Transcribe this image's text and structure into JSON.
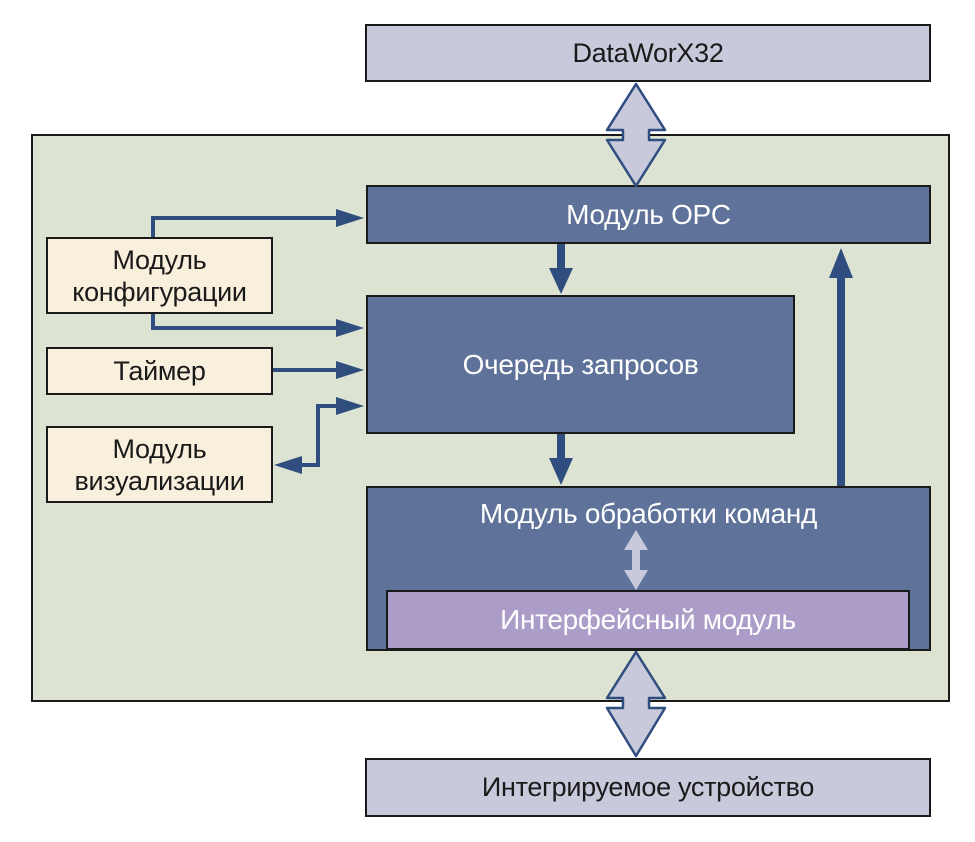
{
  "diagram": {
    "top_node": "DataWorX32",
    "bottom_node": "Интегрируемое устройство",
    "opc_module": "Модуль OPC",
    "request_queue": "Очередь запросов",
    "command_module": "Модуль обработки команд",
    "interface_module": "Интерфейсный модуль",
    "config_module": "Модуль\nконфигурации",
    "timer": "Таймер",
    "visualization_module": "Модуль\nвизуализации"
  },
  "colors": {
    "grey_box": "#c8cadc",
    "blue_box": "#5f7299",
    "cream_box": "#f8f0dc",
    "violet_box": "#ab9dc8",
    "panel": "#dde3d2",
    "arrow": "#2f4d7e",
    "double_arrow": "#c8cadc"
  }
}
